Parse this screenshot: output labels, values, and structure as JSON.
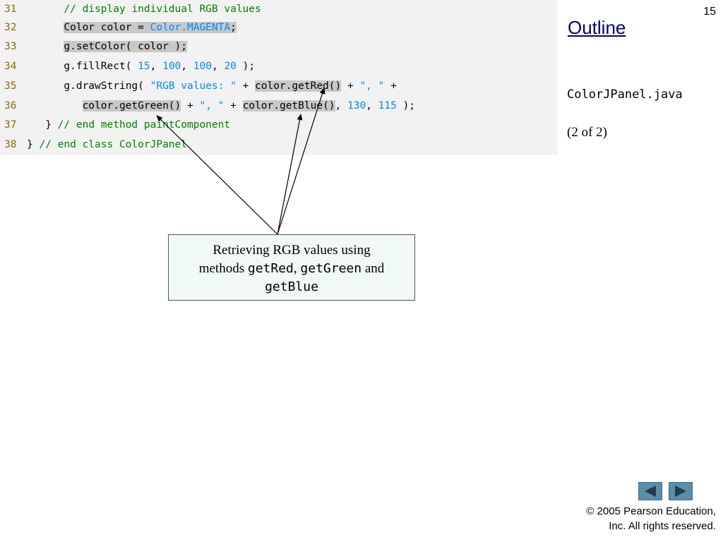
{
  "slide_number": "15",
  "outline": {
    "title": "Outline",
    "file_name": "ColorJPanel.java",
    "page_of": "(2 of 2)"
  },
  "code": {
    "lines": [
      {
        "num": "31",
        "indent": "      ",
        "comment": "// display individual RGB values"
      },
      {
        "num": "32",
        "indent": "      ",
        "prefix": "Color color = ",
        "string": "Color.MAGENTA",
        "suffix": ";"
      },
      {
        "num": "33",
        "indent": "      ",
        "text": "g.setColor( color );"
      },
      {
        "num": "34",
        "indent": "      ",
        "t1": "g.fillRect( ",
        "n1": "15",
        "t2": ", ",
        "n2": "100",
        "t3": ", ",
        "n3": "100",
        "t4": ", ",
        "n4": "20",
        "t5": " );"
      },
      {
        "num": "35",
        "indent": "      ",
        "t1": "g.drawString( ",
        "s1": "\"RGB values: \"",
        "t2": " + ",
        "h1": "color.getRed()",
        "t3": " + ",
        "s2": "\", \"",
        "t4": " +"
      },
      {
        "num": "36",
        "indent": "         ",
        "h1": "color.getGreen()",
        "t1": " + ",
        "s1": "\", \"",
        "t2": " + ",
        "h2": "color.getBlue()",
        "t3": ", ",
        "n1": "130",
        "t4": ", ",
        "n2": "115",
        "t5": " );"
      },
      {
        "num": "37",
        "indent": "   ",
        "brace": "} ",
        "comment": "// end method paintComponent"
      },
      {
        "num": "38",
        "indent": "",
        "brace": "} ",
        "comment": "// end class ColorJPanel"
      }
    ]
  },
  "callout": {
    "line1": "Retrieving RGB values using",
    "methods_word": "methods ",
    "m1": "getRed",
    "comma": ", ",
    "m2": "getGreen",
    "and_word": " and",
    "m3": "getBlue"
  },
  "navigation": {
    "prev_icon": "triangle-left-icon",
    "next_icon": "triangle-right-icon",
    "button_color": "#5b8ca8"
  },
  "copyright": {
    "line1": "© 2005 Pearson Education,",
    "line2": "Inc.  All rights reserved."
  },
  "colors": {
    "comment": "#008000",
    "string_literal": "#0088ff",
    "highlight": "#c8c8c8",
    "outline_title": "#000080"
  }
}
